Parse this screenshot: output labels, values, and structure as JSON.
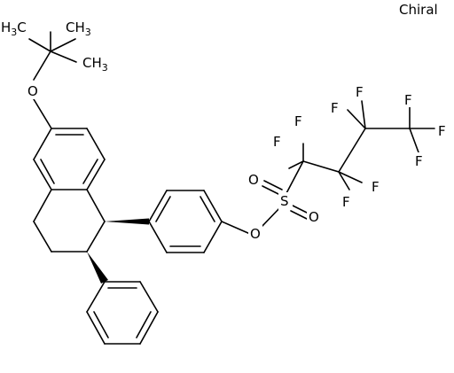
{
  "chiral_label": "Chiral",
  "atoms": {
    "ch3_left": "H3C",
    "ch3_right": "CH3",
    "ch3_lower": "CH3",
    "o_ether": "O",
    "o_ester": "O",
    "s": "S",
    "o_s_upper": "O",
    "o_s_lower": "O",
    "f1": "F",
    "f2": "F",
    "f3": "F",
    "f4": "F",
    "f5": "F",
    "f6": "F",
    "f7": "F",
    "f8": "F",
    "f9": "F"
  },
  "colors": {
    "ink": "#000000",
    "background": "#ffffff"
  }
}
